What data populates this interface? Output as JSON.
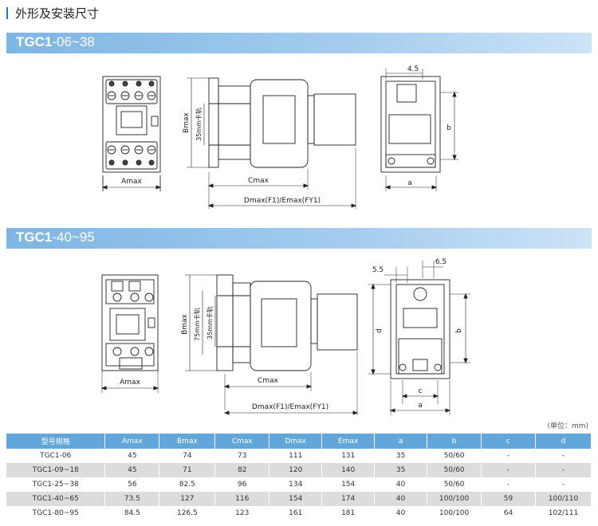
{
  "page_title": "外形及安装尺寸",
  "sections": [
    {
      "model": "TGC1",
      "range": "-06~38",
      "labels": {
        "amax": "Amax",
        "bmax": "Bmax",
        "rail": "35mm卡轨",
        "cmax": "Cmax",
        "demax": "Dmax(F1)/Emax(FY1)",
        "dim_45": "4.5",
        "a": "a",
        "b": "b"
      }
    },
    {
      "model": "TGC1",
      "range": "-40~95",
      "labels": {
        "amax": "Amax",
        "bmax": "Bmax",
        "rail75": "75mm卡轨",
        "rail35": "35mm卡轨",
        "cmax": "Cmax",
        "demax": "Dmax(F1)/Emax(FY1)",
        "dim_55": "5.5",
        "dim_65": "6.5",
        "b": "b",
        "d": "d",
        "c": "c",
        "a": "a"
      }
    }
  ],
  "unit_note": "(单位：mm)",
  "table": {
    "headers": [
      "型号规格",
      "Amax",
      "Bmax",
      "Cmax",
      "Dmax",
      "Emax",
      "a",
      "b",
      "c",
      "d"
    ],
    "rows": [
      [
        "TGC1-06",
        "45",
        "74",
        "73",
        "111",
        "131",
        "35",
        "50/60",
        "-",
        "-"
      ],
      [
        "TGC1-09~18",
        "45",
        "71",
        "82",
        "120",
        "140",
        "35",
        "50/60",
        "-",
        "-"
      ],
      [
        "TGC1-25~38",
        "56",
        "82.5",
        "96",
        "134",
        "154",
        "40",
        "50/60",
        "-",
        "-"
      ],
      [
        "TGC1-40~65",
        "73.5",
        "127",
        "116",
        "154",
        "174",
        "40",
        "100/100",
        "59",
        "100/110"
      ],
      [
        "TGC1-80~95",
        "84.5",
        "126.5",
        "123",
        "161",
        "181",
        "40",
        "100/100",
        "64",
        "102/111"
      ]
    ]
  }
}
